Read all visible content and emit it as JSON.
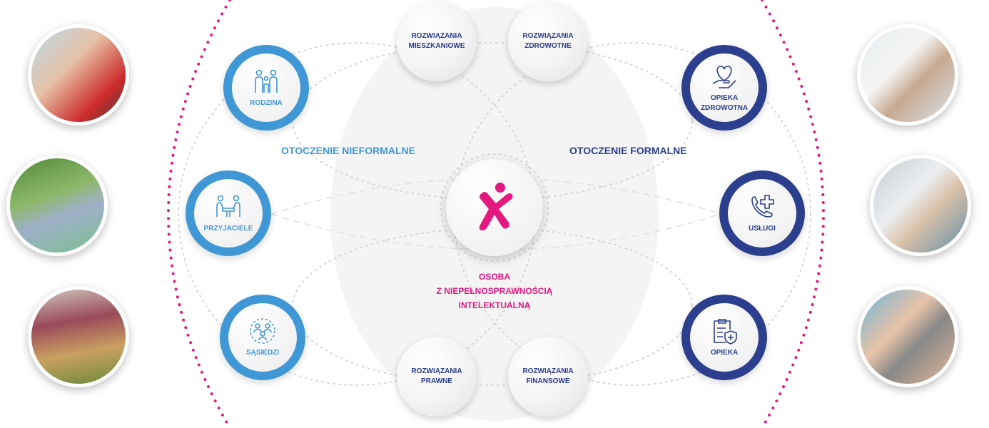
{
  "colors": {
    "pink": "#e5187f",
    "light_blue": "#3f97d5",
    "dark_blue": "#2c3f8e"
  },
  "top": [
    {
      "l1": "ROZWIĄZANIA",
      "l2": "MIESZKANIOWE"
    },
    {
      "l1": "ROZWIĄZANIA",
      "l2": "ZDROWOTNE"
    }
  ],
  "bottom": [
    {
      "l1": "ROZWIĄZANIA",
      "l2": "PRAWNE"
    },
    {
      "l1": "ROZWIĄZANIA",
      "l2": "FINANSOWE"
    }
  ],
  "informal": {
    "title": "OTOCZENIE NIEFORMALNE",
    "items": [
      {
        "label": "RODZINA",
        "icon": "family-icon"
      },
      {
        "label": "PRZYJACIELE",
        "icon": "friends-icon"
      },
      {
        "label": "SĄSIEDZI",
        "icon": "neighbors-icon"
      }
    ]
  },
  "formal": {
    "title": "OTOCZENIE FORMALNE",
    "items": [
      {
        "l1": "OPIEKA",
        "l2": "ZDROWOTNA",
        "icon": "heart-hand-icon"
      },
      {
        "l1": "USŁUGI",
        "icon": "phone-cross-icon"
      },
      {
        "l1": "OPIEKA",
        "icon": "clipboard-shield-icon"
      }
    ]
  },
  "center": {
    "l1": "OSOBA",
    "l2": "Z NIEPEŁNOSPRAWNOŚCIĄ",
    "l3": "INTELEKTUALNĄ",
    "icon": "person-logo-icon"
  }
}
